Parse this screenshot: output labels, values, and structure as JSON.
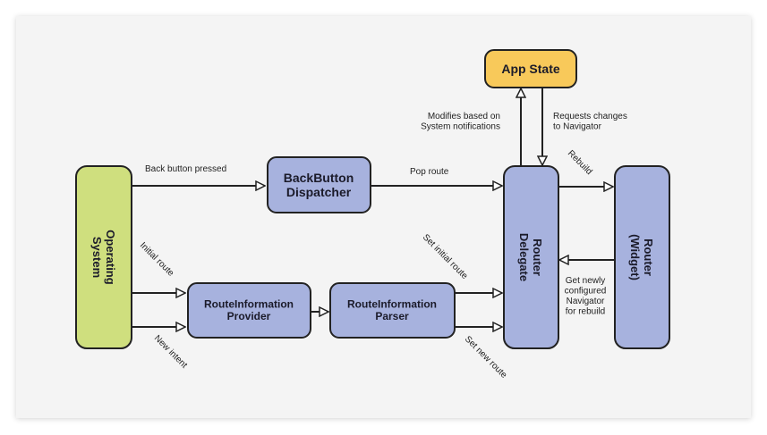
{
  "nodes": {
    "app_state": "App State",
    "os": "Operating\nSystem",
    "back_button_dispatcher": "BackButton\nDispatcher",
    "route_info_provider": "RouteInformation\nProvider",
    "route_info_parser": "RouteInformation\nParser",
    "router_delegate": "Router\nDelegate",
    "router_widget": "Router\n(Widget)"
  },
  "edges": {
    "back_button_pressed": "Back button pressed",
    "pop_route": "Pop route",
    "initial_route": "Initial route",
    "new_intent": "New intent",
    "set_initial_route": "Set initial route",
    "set_new_route": "Set new route",
    "modifies": "Modifies based on\nSystem notifications",
    "requests": "Requests changes\nto Navigator",
    "rebuild": "Rebuild",
    "get_newly": "Get newly\nconfigured\nNavigator\nfor rebuild"
  },
  "colors": {
    "os_fill": "#cfdf7e",
    "box_fill": "#a7b2de",
    "app_state_fill": "#f8c95a",
    "stroke": "#222222"
  }
}
